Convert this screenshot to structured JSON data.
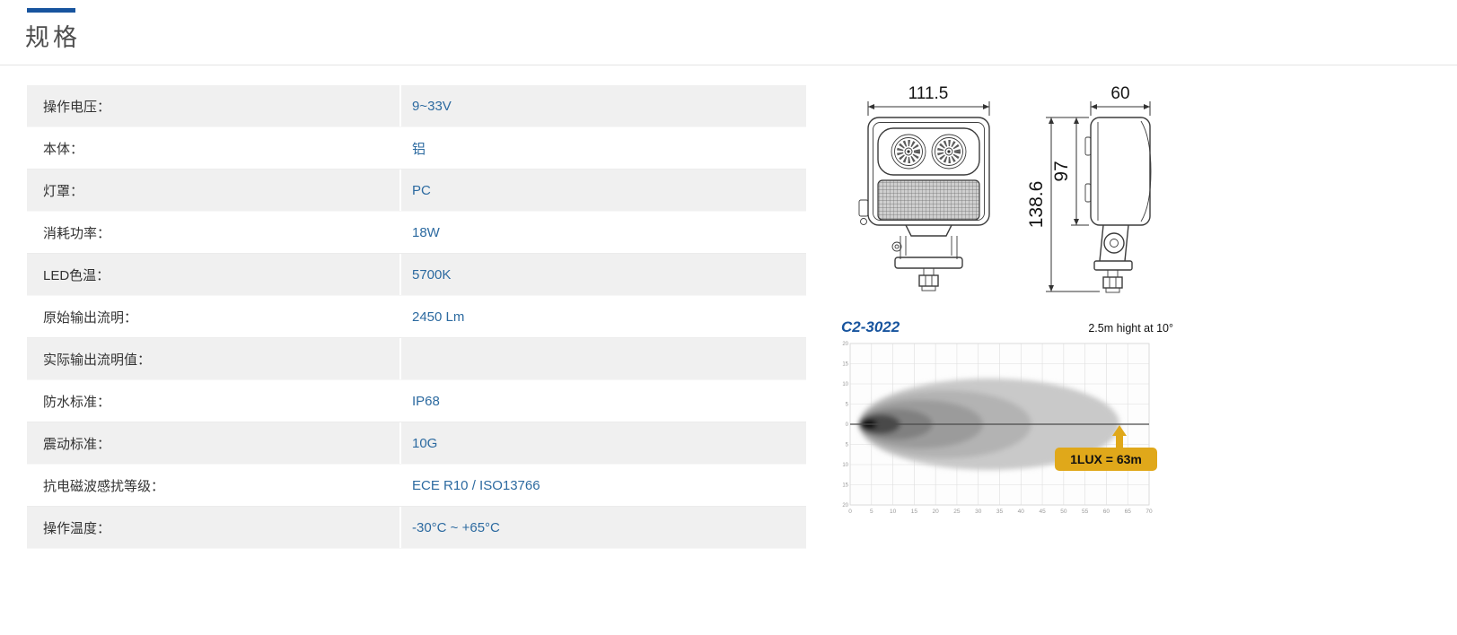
{
  "page": {
    "title": "规格"
  },
  "spec_table": {
    "rows": [
      {
        "label": "操作电压：",
        "value": "9~33V"
      },
      {
        "label": "本体：",
        "value": "铝"
      },
      {
        "label": "灯罩：",
        "value": "PC"
      },
      {
        "label": "消耗功率：",
        "value": "18W"
      },
      {
        "label": "LED色温：",
        "value": "5700K"
      },
      {
        "label": "原始输出流明：",
        "value": "2450 Lm"
      },
      {
        "label": "实际输出流明值：",
        "value": ""
      },
      {
        "label": "防水标准：",
        "value": "IP68"
      },
      {
        "label": "震动标准：",
        "value": "10G"
      },
      {
        "label": "抗电磁波感扰等级：",
        "value": "ECE R10 / ISO13766"
      },
      {
        "label": "操作温度：",
        "value": "-30°C ~ +65°C"
      }
    ]
  },
  "drawing": {
    "front_width": "111.5",
    "side_width": "60",
    "overall_height": "138.6",
    "body_height": "97"
  },
  "beam_chart": {
    "type": "beam-pattern",
    "model": "C2-3022",
    "note": "2.5m hight at 10°",
    "lux_label": "1LUX = 63m",
    "x_ticks": [
      "0",
      "5",
      "10",
      "15",
      "20",
      "25",
      "30",
      "35",
      "40",
      "45",
      "50",
      "55",
      "60",
      "65",
      "70"
    ],
    "y_ticks": [
      "20",
      "15",
      "10",
      "5",
      "0",
      "5",
      "10",
      "15",
      "20"
    ]
  },
  "colors": {
    "accent": "#17549e",
    "value_text": "#2c6aa0",
    "row_alt": "#f0f0f0",
    "gold": "#e0a81a"
  }
}
